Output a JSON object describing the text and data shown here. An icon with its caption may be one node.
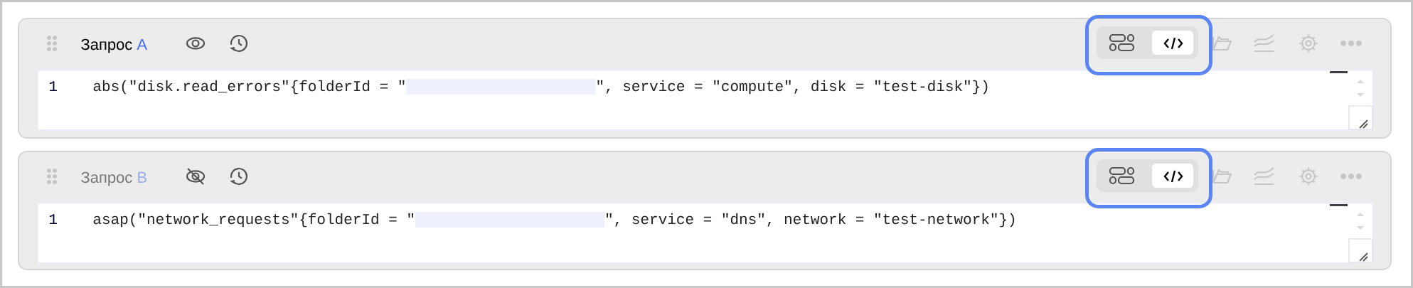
{
  "diagram": {
    "nodes": [
      {
        "text": [
          "Запрос",
          "A"
        ]
      },
      {
        "text": [
          "1",
          "abs(\"disk.read_errors\"{folderId = \"",
          "\", service = \"compute\", disk = \"test-disk\"})"
        ],
        "in": 0
      },
      {
        "text": [],
        "shape": "box",
        "in": 0
      },
      {
        "text": [
          "Запрос",
          "B"
        ]
      },
      {
        "text": [
          "1",
          "asap(\"network_requests\"{folderId = \"",
          "\", service = \"dns\", network = \"test-network\"})"
        ],
        "in": 3
      },
      {
        "text": [],
        "shape": "box",
        "in": 3
      }
    ]
  }
}
